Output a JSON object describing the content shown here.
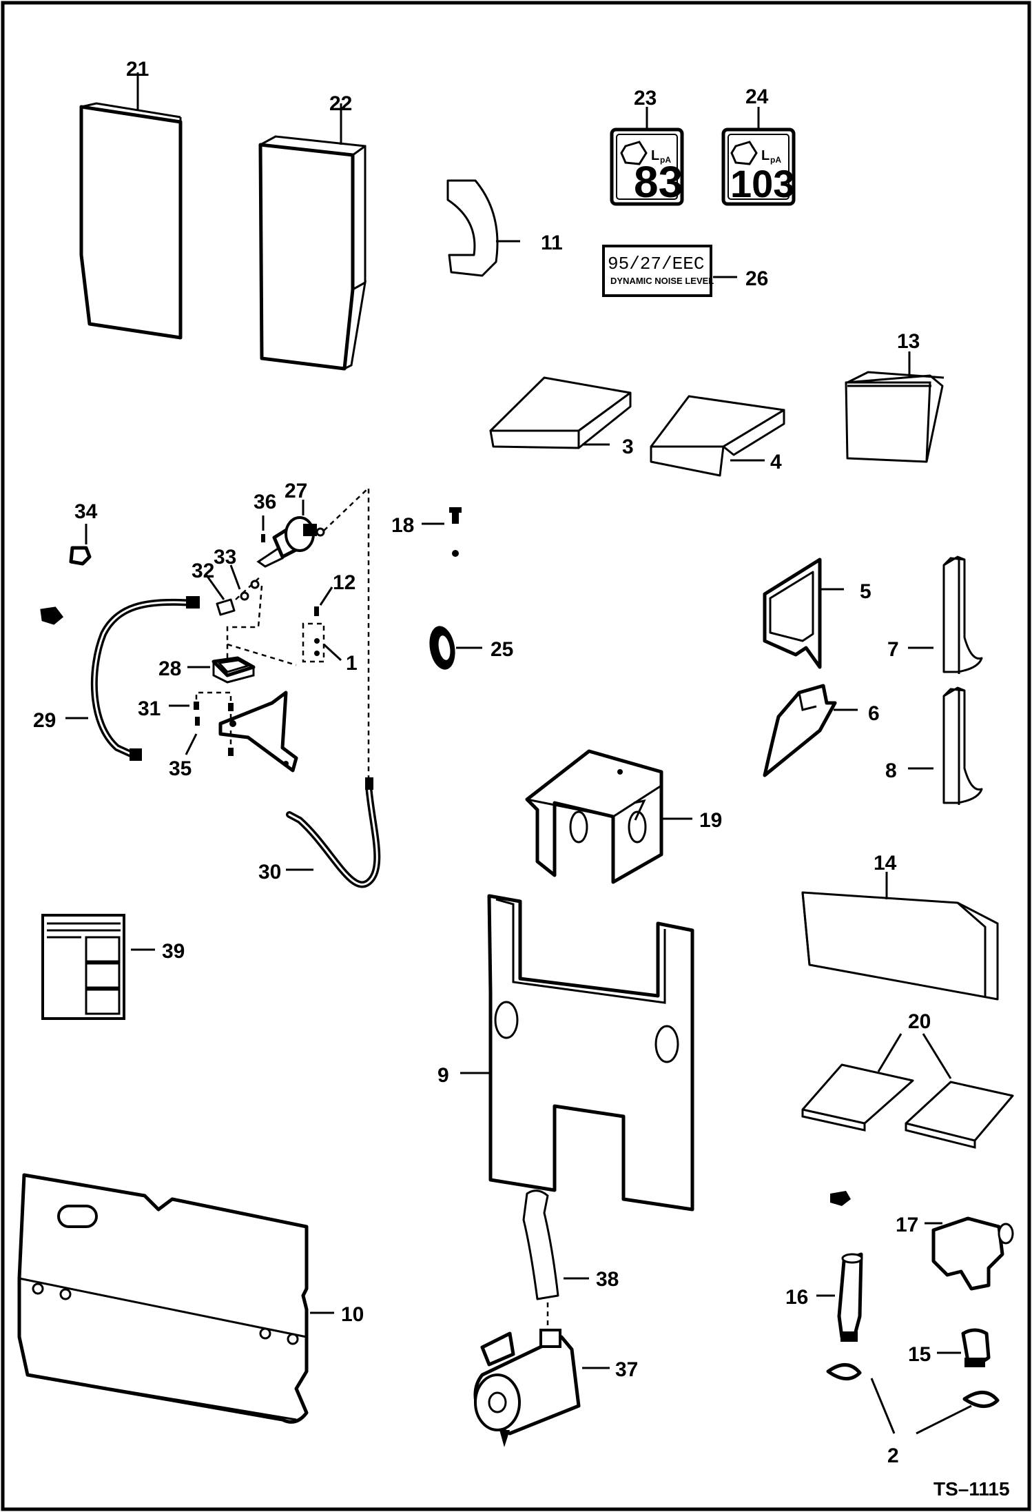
{
  "callouts": {
    "c1": "1",
    "c2": "2",
    "c3": "3",
    "c4": "4",
    "c5": "5",
    "c6": "6",
    "c7": "7",
    "c8": "8",
    "c9": "9",
    "c10": "10",
    "c11": "11",
    "c12": "12",
    "c13": "13",
    "c14": "14",
    "c15": "15",
    "c16": "16",
    "c17": "17",
    "c18": "18",
    "c19": "19",
    "c20": "20",
    "c21": "21",
    "c22": "22",
    "c23": "23",
    "c24": "24",
    "c25": "25",
    "c26": "26",
    "c27": "27",
    "c28": "28",
    "c29": "29",
    "c30": "30",
    "c31": "31",
    "c32": "32",
    "c33": "33",
    "c34": "34",
    "c35": "35",
    "c36": "36",
    "c37": "37",
    "c38": "38",
    "c39": "39"
  },
  "decals": {
    "d23": {
      "unit": "L",
      "sub": "pA",
      "value": "83"
    },
    "d24": {
      "unit": "L",
      "sub": "pA",
      "value": "103"
    },
    "d26": {
      "line1": "95/27/EEC",
      "line2": "DYNAMIC NOISE LEVEL"
    }
  },
  "drawing_number": "TS–1115"
}
